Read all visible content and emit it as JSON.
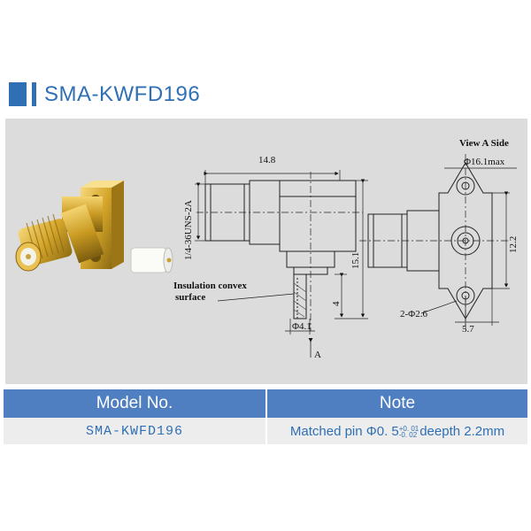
{
  "header": {
    "title": "SMA-KWFD196"
  },
  "drawing": {
    "dim_length": "14.8",
    "thread": "1/4-36UNS-2A",
    "height": "15.1",
    "pin_len": "4",
    "pin_dia": "Φ4.1",
    "insulation_line1": "Insulation convex",
    "insulation_line2": "surface",
    "view_arrow": "A",
    "view_title": "View A Side",
    "flange_dia": "Φ16.1max",
    "flange_h": "12.2",
    "hole": "2-Φ2.6",
    "hole_pitch": "5.7"
  },
  "table": {
    "headers": [
      "Model No.",
      "Note"
    ],
    "model": "SMA-KWFD196",
    "note_prefix": "Matched pin Φ0. 5",
    "tol_upper": "+0. 01",
    "tol_lower": "-0. 02",
    "note_suffix": "deepth 2.2mm"
  },
  "colors": {
    "accent": "#2f6fb3",
    "header_bg": "#4f7fc0",
    "panel_bg": "#dcdcdc"
  }
}
